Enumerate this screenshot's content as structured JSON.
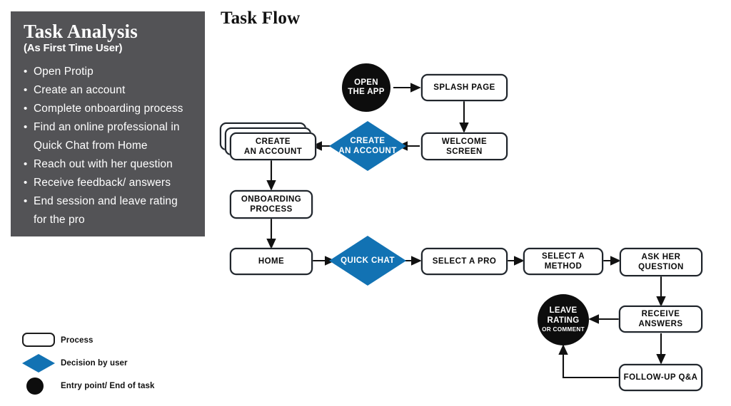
{
  "sidebar": {
    "title": "Task Analysis",
    "subtitle": "(As First Time User)",
    "items": [
      "Open Protip",
      "Create an account",
      "Complete onboarding process",
      "Find an online professional in\nQuick Chat from Home",
      "Reach out with her question",
      "Receive feedback/ answers",
      "End session and leave rating\nfor the pro"
    ]
  },
  "legend": {
    "items": [
      {
        "symbol": "process-rounded-rect",
        "label": "Process"
      },
      {
        "symbol": "decision-diamond",
        "label": "Decision by user"
      },
      {
        "symbol": "terminator-circle",
        "label": "Entry point/ End of task"
      }
    ]
  },
  "flow": {
    "title": "Task Flow",
    "nodes": [
      {
        "id": "open-the-app",
        "type": "terminator",
        "label": "OPEN\nTHE APP",
        "sublabel": ""
      },
      {
        "id": "splash-page",
        "type": "process",
        "label": "SPLASH PAGE"
      },
      {
        "id": "welcome-screen",
        "type": "process",
        "label": "WELCOME\nSCREEN"
      },
      {
        "id": "create-an-account-decision",
        "type": "decision",
        "label": "CREATE\nAN ACCOUNT"
      },
      {
        "id": "create-an-account",
        "type": "process-stack",
        "label": "CREATE\nAN ACCOUNT"
      },
      {
        "id": "onboarding-process",
        "type": "process",
        "label": "ONBOARDING\nPROCESS"
      },
      {
        "id": "home",
        "type": "process",
        "label": "HOME"
      },
      {
        "id": "quick-chat",
        "type": "decision",
        "label": "QUICK CHAT"
      },
      {
        "id": "select-a-pro",
        "type": "process",
        "label": "SELECT A PRO"
      },
      {
        "id": "select-a-method",
        "type": "process",
        "label": "SELECT A METHOD"
      },
      {
        "id": "ask-her-question",
        "type": "process",
        "label": "ASK HER\nQUESTION"
      },
      {
        "id": "receive-answers",
        "type": "process",
        "label": "RECEIVE ANSWERS"
      },
      {
        "id": "follow-up-qa",
        "type": "process",
        "label": "FOLLOW-UP Q&A"
      },
      {
        "id": "leave-rating",
        "type": "terminator",
        "label": "LEAVE\nRATING",
        "sublabel": "OR COMMENT"
      }
    ]
  },
  "colors": {
    "sidebar_bg": "#535356",
    "accent_blue": "#1272b3",
    "terminator_black": "#0d0d0d",
    "node_border": "#20252b",
    "text_light": "#ffffff",
    "text_dark": "#0b0b0b",
    "canvas_bg": "#ffffff"
  }
}
